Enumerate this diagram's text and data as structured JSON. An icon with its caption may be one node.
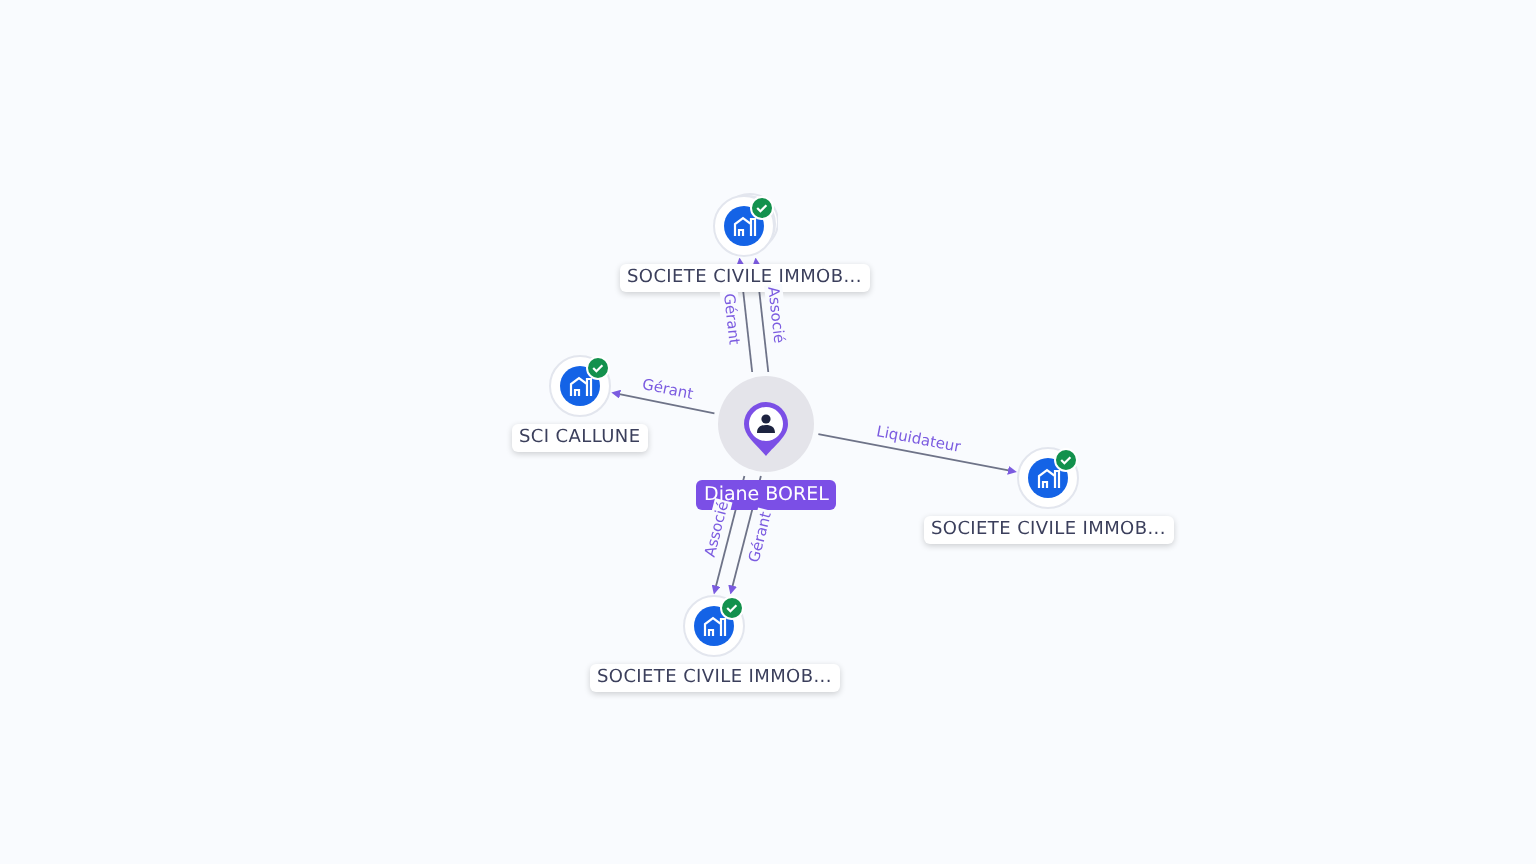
{
  "diagram": {
    "nodes": [
      {
        "text": [
          "Diane BOREL"
        ]
      },
      {
        "text": [
          "SOCIETE CIVILE IMMOB..."
        ]
      },
      {
        "text": [
          "SCI CALLUNE"
        ]
      },
      {
        "text": [
          "SOCIETE CIVILE IMMOB..."
        ]
      },
      {
        "text": [
          "SOCIETE CIVILE IMMOB..."
        ]
      }
    ],
    "edges": [
      {
        "from": 0,
        "to": 1,
        "arrow": "to",
        "label": "Gérant"
      },
      {
        "from": 0,
        "to": 1,
        "arrow": "to",
        "label": "Associé"
      },
      {
        "from": 0,
        "to": 2,
        "arrow": "to",
        "label": "Gérant"
      },
      {
        "from": 0,
        "to": 3,
        "arrow": "to",
        "label": "Liquidateur"
      },
      {
        "from": 0,
        "to": 4,
        "arrow": "to",
        "label": "Gérant"
      },
      {
        "from": 0,
        "to": 4,
        "arrow": "to",
        "label": "Associé"
      }
    ]
  }
}
